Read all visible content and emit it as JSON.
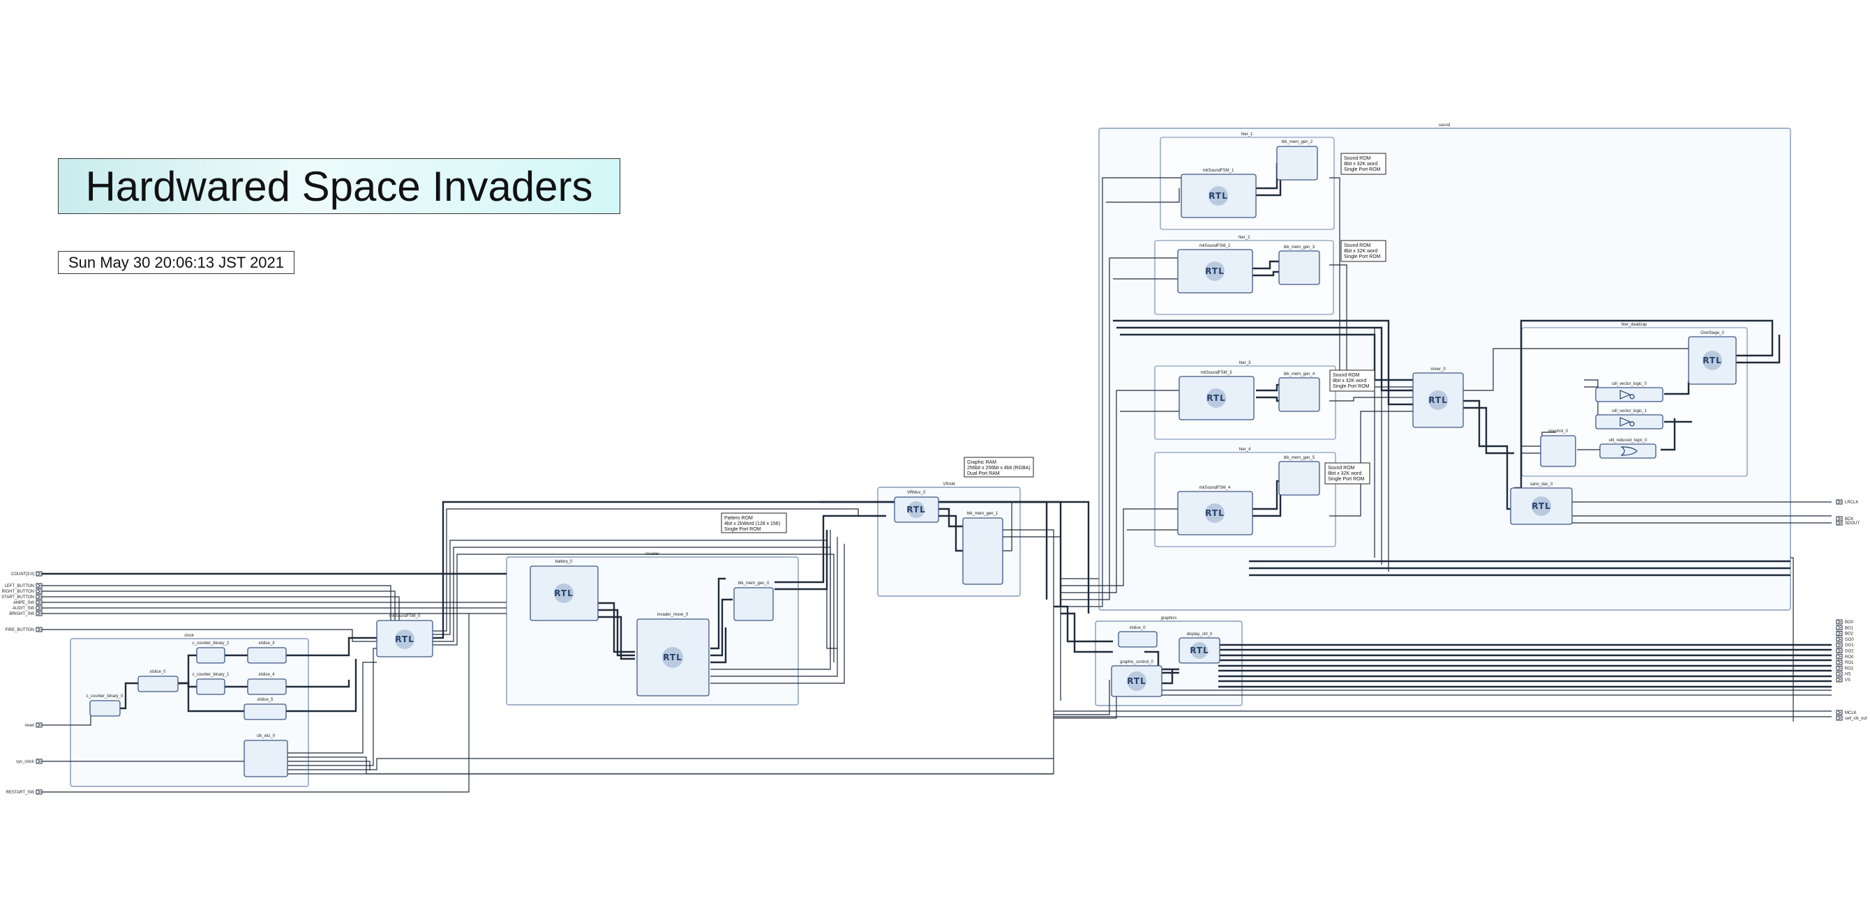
{
  "title": "Hardwared Space Invaders",
  "date": "Sun May 30 20:06:13 JST 2021",
  "rtl_label": "RTL",
  "hierarchies": {
    "clock": "clock",
    "invader": "invader",
    "vram": "VRAM",
    "sound": "sound",
    "graphics": "graphics",
    "hier_1": "hier_1",
    "hier_2": "hier_2",
    "hier_3": "hier_3",
    "hier_4": "hier_4",
    "hier_deadzap": "hier_deadzap"
  },
  "blocks": {
    "c_counter_binary_0": "c_counter_binary_0",
    "c_counter_binary_1": "c_counter_binary_1",
    "c_counter_binary_2": "c_counter_binary_2",
    "xlslice_0": "xlslice_0",
    "xlslice_3": "xlslice_3",
    "xlslice_4": "xlslice_4",
    "xlslice_5": "xlslice_5",
    "clk_wiz_0": "clk_wiz_0",
    "mkSoundFSM_0_top": "mkSoundFSM_0",
    "battery_0": "battery_0",
    "invader_move_0": "invader_move_0",
    "blk_mem_gen_0": "blk_mem_gen_0",
    "vramux_0": "VRMux_0",
    "blk_mem_gen_1": "blk_mem_gen_1",
    "blk_mem_gen_2": "blk_mem_gen_2",
    "blk_mem_gen_3": "blk_mem_gen_3",
    "blk_mem_gen_4": "blk_mem_gen_4",
    "blk_mem_gen_5": "blk_mem_gen_5",
    "mkSoundFSM_1": "mkSoundFSM_1",
    "mkSoundFSM_2": "mkSoundFSM_2",
    "mkSoundFSM_3": "mkSoundFSM_3",
    "mkSoundFSM_4": "mkSoundFSM_4",
    "mixer_0": "mixer_0",
    "oneshot_0": "oneshot_0",
    "util_vector_logic_0": "util_vector_logic_0",
    "util_vector_logic_1": "util_vector_logic_1",
    "util_reduced_logic_0": "util_reduced_logic_0",
    "OneStage_0": "OneStage_0",
    "sano_dac_0": "sano_dac_0",
    "xlslice_g": "xlslice_0",
    "display_ctrl_0": "display_ctrl_0",
    "graphic_control_0": "graphic_control_0"
  },
  "notes": {
    "pattern_rom": [
      "Pattern ROM",
      "4bit x 2kWord (128 x 156)",
      "Single Port ROM"
    ],
    "graphic_ram": [
      "Graphic RAM",
      "256bit x 256bit x 4bit (RGBA)",
      "Dual Port RAM"
    ],
    "sound_rom_1": [
      "Sound ROM",
      "8bit x 32K word",
      "Single Port ROM"
    ],
    "sound_rom_2": [
      "Sound ROM",
      "8bit x 32K word",
      "Single Port ROM"
    ],
    "sound_rom_3": [
      "Sound ROM",
      "8bit x 32K word",
      "Single Port ROM"
    ],
    "sound_rom_4": [
      "Sound ROM",
      "8bit x 32K word",
      "Single Port ROM"
    ]
  },
  "input_ports": [
    "COUNT[3:0]",
    "LEFT_BUTTON",
    "RIGHT_BUTTON",
    "START_BUTTON",
    "AMPE_SW",
    "AUDIT_SW",
    "BRIGHT_SW",
    "FIRE_BUTTON",
    "reset",
    "sys_clock",
    "RESTART_SW"
  ],
  "output_ports_top": [
    "LRCLK",
    "BCK",
    "SDOUT"
  ],
  "output_ports_mid": [
    "BO0",
    "BO1",
    "BO2",
    "GO0",
    "GO1",
    "GO2",
    "RO0",
    "RO1",
    "RO2",
    "HS",
    "VS"
  ],
  "output_ports_bottom": [
    "MCLK",
    "cell_clk_out"
  ]
}
